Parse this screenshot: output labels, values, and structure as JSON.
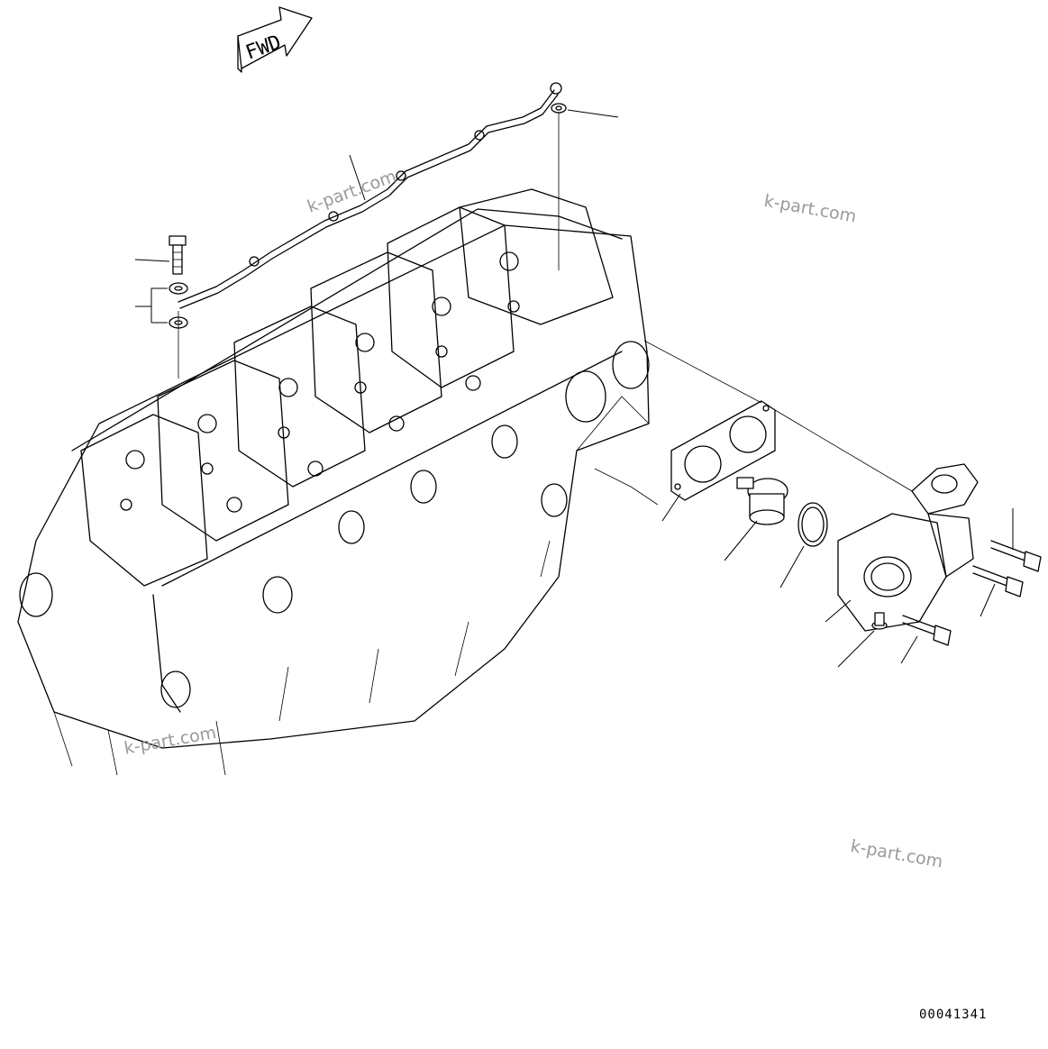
{
  "diagram": {
    "fwd_label": "FWD",
    "drawing_number": "00041341",
    "watermarks": [
      "k-part.com",
      "k-part.com",
      "k-part.com",
      "k-part.com"
    ]
  }
}
